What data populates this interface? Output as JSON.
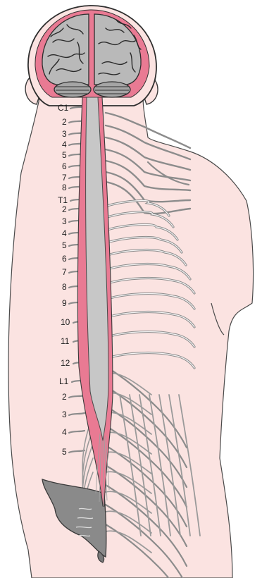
{
  "diagram": {
    "vertebra_labels": [
      "C1",
      "2",
      "3",
      "4",
      "5",
      "6",
      "7",
      "8",
      "T1",
      "2",
      "3",
      "4",
      "5",
      "6",
      "7",
      "8",
      "9",
      "10",
      "11",
      "12",
      "L1",
      "2",
      "3",
      "4",
      "5"
    ]
  },
  "colors": {
    "skin": "#fbe3e1",
    "outline": "#3a3a3a",
    "brain": "#b9b9b9",
    "cord": "#c7c7c7",
    "meninges": "#e97a93",
    "nerve": "#8c8c8c",
    "sacrum": "#8a8a8a"
  }
}
